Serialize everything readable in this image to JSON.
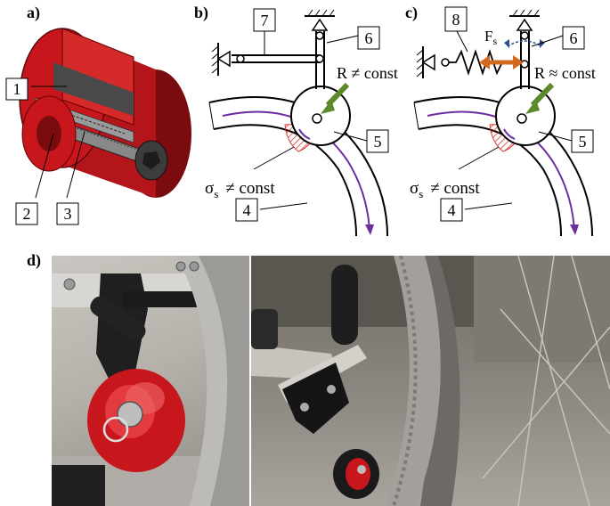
{
  "figure": {
    "panel_labels": {
      "a": "a)",
      "b": "b)",
      "c": "c)",
      "d": "d)"
    },
    "panel_a": {
      "callouts": {
        "n1": "1",
        "n2": "2",
        "n3": "3"
      }
    },
    "panel_b": {
      "callouts": {
        "n7": "7",
        "n6": "6",
        "n5": "5",
        "n4": "4"
      },
      "r_label": "R ≠ const",
      "sigma_symbol": "σ",
      "sigma_sub": "s",
      "sigma_rel": "≠ const"
    },
    "panel_c": {
      "callouts": {
        "n8": "8",
        "n6": "6",
        "n5": "5",
        "n4": "4"
      },
      "force_symbol": "F",
      "force_sub": "s",
      "r_label": "R ≈ const",
      "sigma_symbol": "σ",
      "sigma_sub": "s",
      "sigma_rel": "≠ const"
    },
    "colors": {
      "red": "#c8161d",
      "dark_red": "#8a0e12",
      "arrow_green": "#5c8a2a",
      "arrow_purple": "#6a2ea0",
      "arrow_orange": "#d2691e",
      "arrow_blue": "#2f4f8a",
      "hatch_red": "#d9302b"
    }
  }
}
